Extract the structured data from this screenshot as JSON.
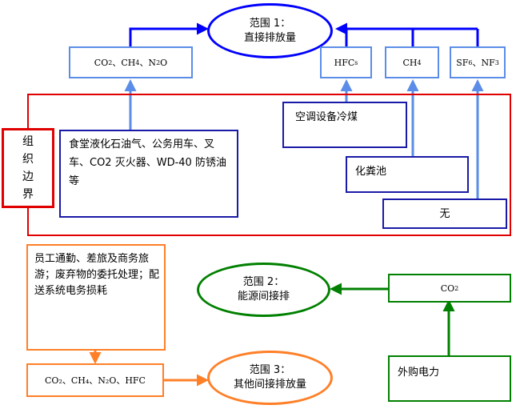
{
  "colors": {
    "scope1": "#0000ff",
    "org_boundary": "#e00000",
    "arrow_blue": "#5b8de8",
    "scope2": "#008000",
    "scope3": "#ff7f27",
    "text": "#000000"
  },
  "scope1": {
    "title": "范围 1：",
    "subtitle": "直接排放量",
    "gas_boxes": [
      {
        "main": "CO",
        "sub1": "2",
        "sep1": "、CH",
        "sub2": "4",
        "sep2": "、N",
        "sub3": "2",
        "tail": "O"
      },
      {
        "main": "HFC",
        "sub": "s"
      },
      {
        "main": "CH",
        "sub": "4"
      },
      {
        "main": "SF",
        "sub1": "6",
        "sep": "、NF",
        "sub2": "3"
      }
    ]
  },
  "org_boundary": {
    "label_chars": [
      "组",
      "织",
      "边",
      "界"
    ]
  },
  "sources": {
    "fuel": "食堂液化石油气、公务用车、叉车、CO2 灭火器、WD-40 防锈油等",
    "aircon": "空调设备冷煤",
    "septic": "化粪池",
    "none": "无"
  },
  "scope2": {
    "title": "范围 2：",
    "subtitle": "能源间接排",
    "gas": {
      "main": "CO",
      "sub": "2"
    },
    "source": "外购电力"
  },
  "scope3": {
    "title": "范围 3：",
    "subtitle": "其他间接排放量",
    "activities": "员工通勤、差旅及商务旅游；废弃物的委托处理；配送系统电务损耗",
    "gases": "CO₂、CH₄、N₂O、HFC"
  }
}
